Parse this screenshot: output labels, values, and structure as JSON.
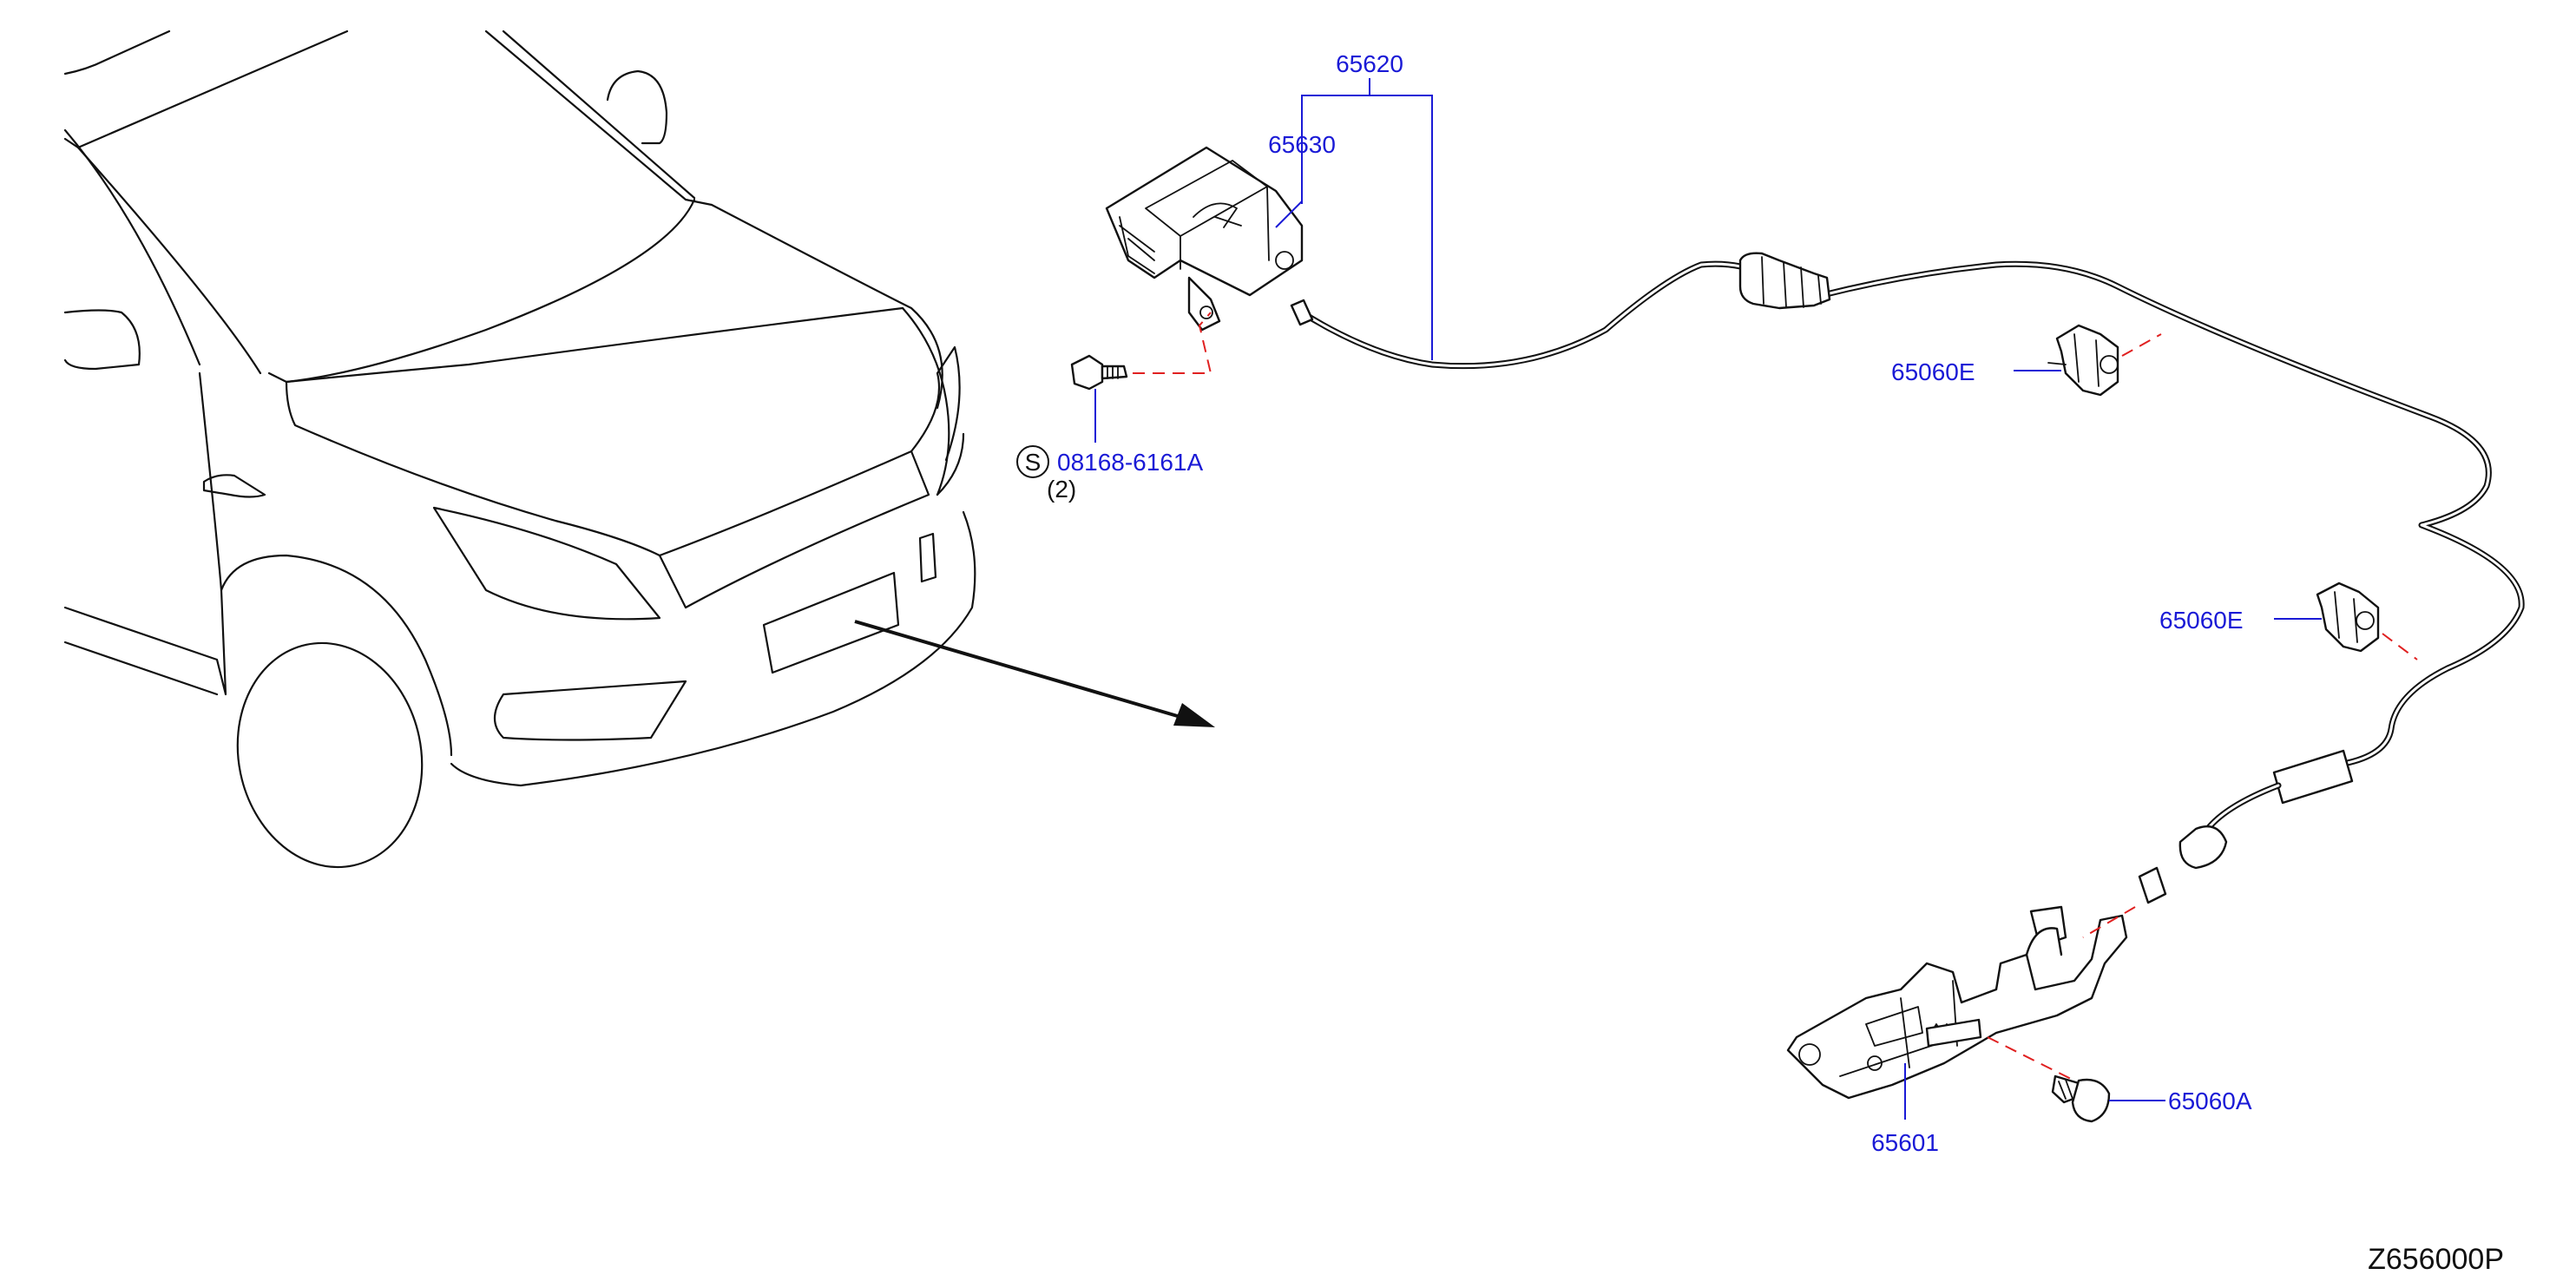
{
  "diagram": {
    "labels": {
      "cable_assembly": "65620",
      "release_handle": "65630",
      "bolt": "08168-6161A",
      "standard_mark": "S",
      "bolt_qty": "(2)",
      "clip_upper": "65060E",
      "clip_lower": "65060E",
      "lock_bolt": "65060A",
      "hood_lock": "65601",
      "figure_code": "Z656000P"
    },
    "colors": {
      "part_number": "#1a1ad6",
      "guide_dash": "#e02020",
      "line_art": "#111111"
    }
  }
}
